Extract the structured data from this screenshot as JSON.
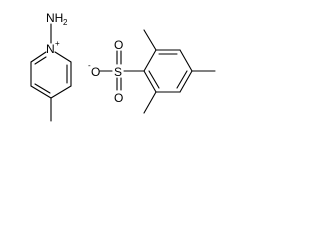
{
  "molecules": [
    {
      "name": "1-amino-4-methylpyridinium",
      "atoms": {
        "nitrogen": "N",
        "amino_nh": "NH",
        "amino_h_count": "2",
        "charge": "+"
      }
    },
    {
      "name": "mesitylenesulfonate",
      "atoms": {
        "sulfur": "S",
        "oxygen_top": "O",
        "oxygen_bottom": "O",
        "oxygen_anion": "O",
        "anion_charge": "-"
      }
    }
  ]
}
